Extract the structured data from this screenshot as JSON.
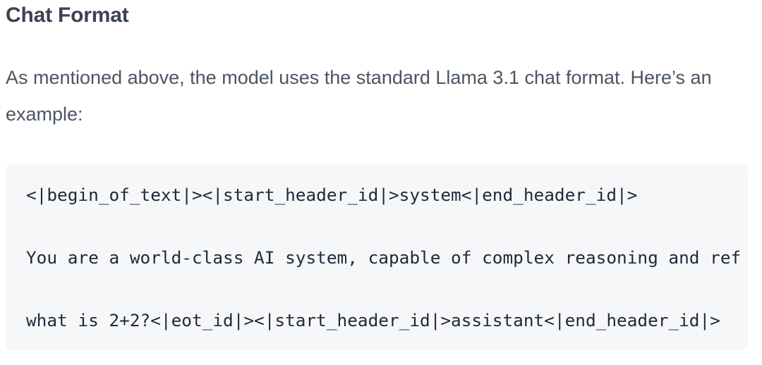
{
  "section": {
    "title": "Chat Format",
    "intro": "As mentioned above, the model uses the standard Llama 3.1 chat format. Here’s an example:"
  },
  "code_block": {
    "lines": [
      "<|begin_of_text|><|start_header_id|>system<|end_header_id|>",
      "You are a world-class AI system, capable of complex reasoning and ref",
      "what is 2+2?<|eot_id|><|start_header_id|>assistant<|end_header_id|>"
    ]
  }
}
